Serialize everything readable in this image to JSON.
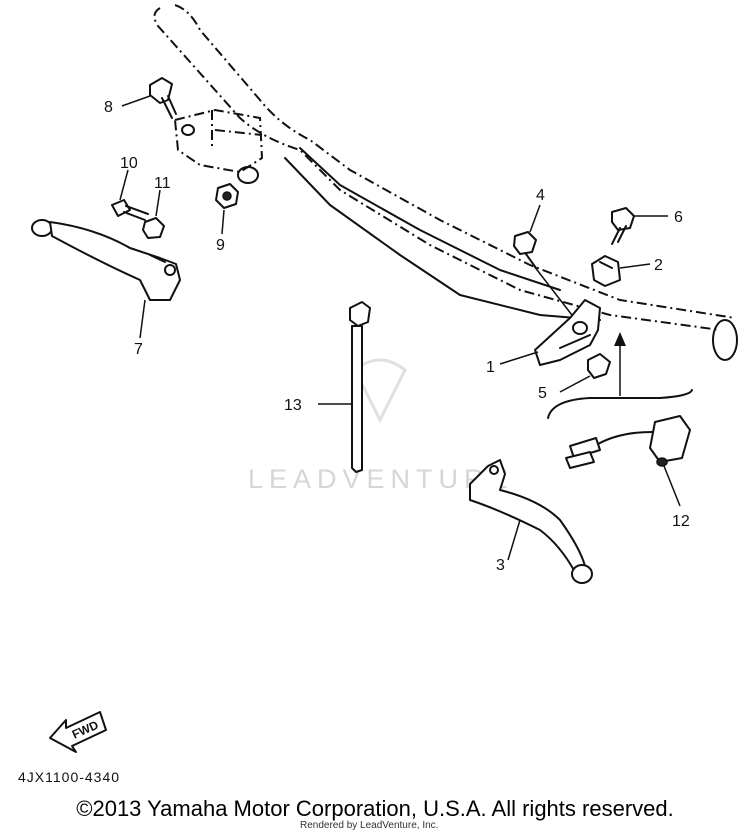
{
  "diagram": {
    "watermark": "LEADVENTURE",
    "part_code": "4JX1100-4340",
    "fwd_label": "FWD",
    "rendered_by": "Rendered by LeadVenture, Inc.",
    "copyright": "©2013 Yamaha Motor Corporation, U.S.A. All rights reserved.",
    "callouts": {
      "c1": "1",
      "c2": "2",
      "c3": "3",
      "c4": "4",
      "c5": "5",
      "c6": "6",
      "c7": "7",
      "c8": "8",
      "c9": "9",
      "c10": "10",
      "c11": "11",
      "c12": "12",
      "c13": "13"
    }
  }
}
